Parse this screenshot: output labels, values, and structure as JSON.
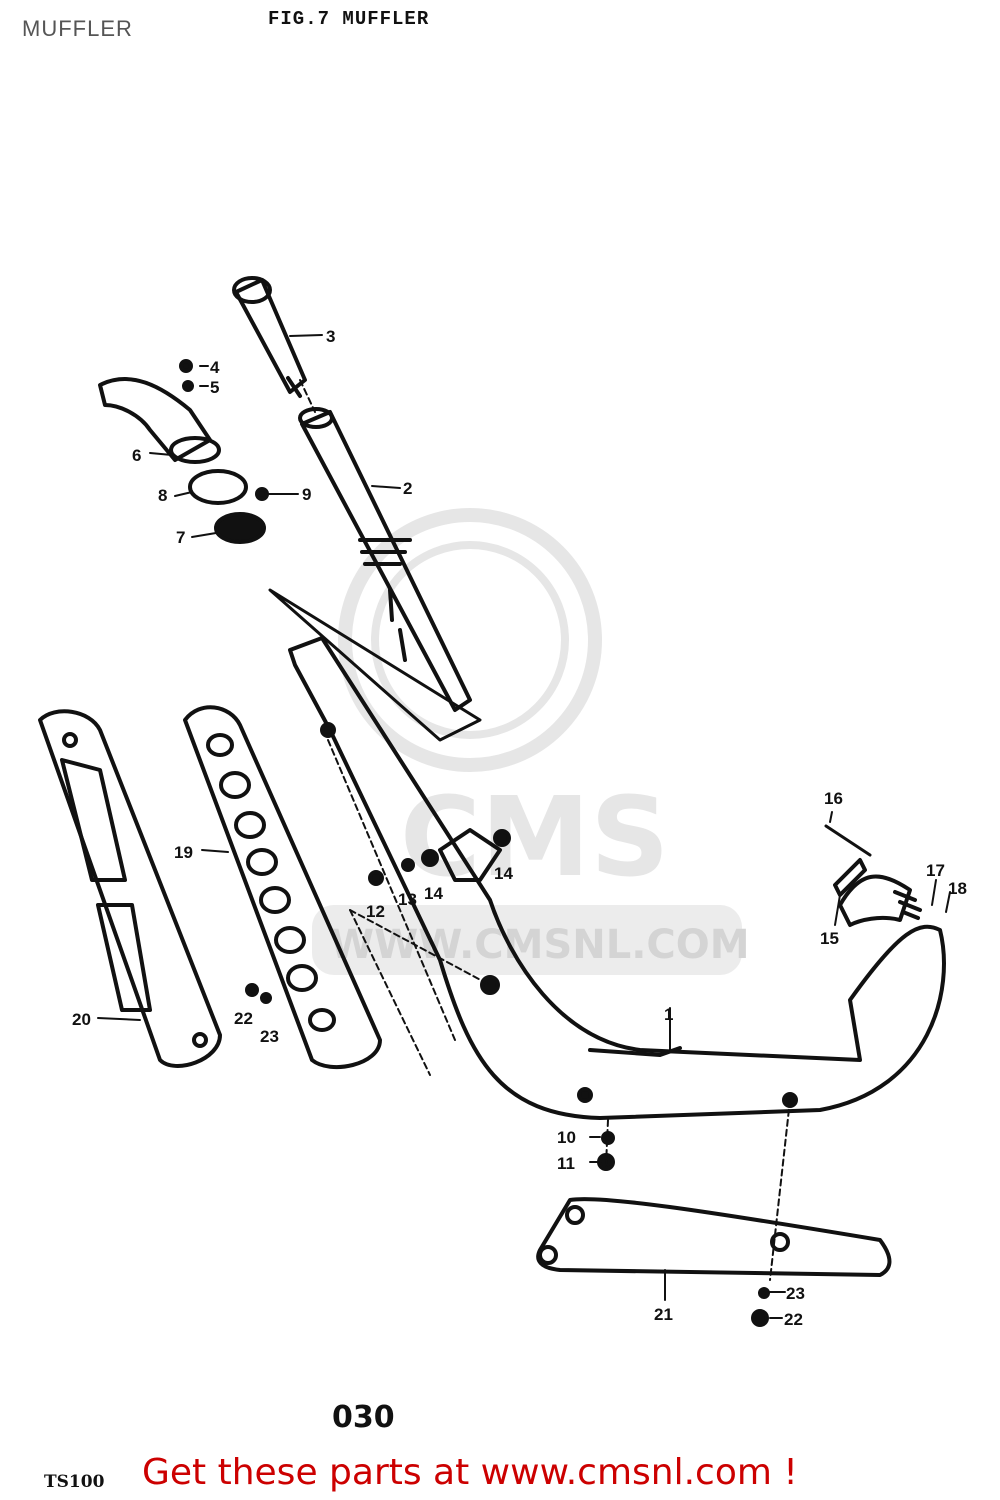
{
  "header": {
    "page_label": "MUFFLER",
    "figure_title": "FIG.7  MUFFLER"
  },
  "watermark": {
    "brand": "CMS",
    "url": "WWW.CMSNL.COM"
  },
  "parts": [
    {
      "id": "1",
      "label": "1"
    },
    {
      "id": "2",
      "label": "2"
    },
    {
      "id": "3",
      "label": "3"
    },
    {
      "id": "4",
      "label": "4"
    },
    {
      "id": "5",
      "label": "5"
    },
    {
      "id": "6",
      "label": "6"
    },
    {
      "id": "7",
      "label": "7"
    },
    {
      "id": "8",
      "label": "8"
    },
    {
      "id": "9",
      "label": "9"
    },
    {
      "id": "10",
      "label": "10"
    },
    {
      "id": "11",
      "label": "11"
    },
    {
      "id": "12",
      "label": "12"
    },
    {
      "id": "13",
      "label": "13"
    },
    {
      "id": "14a",
      "label": "14"
    },
    {
      "id": "14b",
      "label": "14"
    },
    {
      "id": "15",
      "label": "15"
    },
    {
      "id": "16",
      "label": "16"
    },
    {
      "id": "17",
      "label": "17"
    },
    {
      "id": "18",
      "label": "18"
    },
    {
      "id": "19",
      "label": "19"
    },
    {
      "id": "20",
      "label": "20"
    },
    {
      "id": "21",
      "label": "21"
    },
    {
      "id": "22a",
      "label": "22"
    },
    {
      "id": "22b",
      "label": "22"
    },
    {
      "id": "23a",
      "label": "23"
    },
    {
      "id": "23b",
      "label": "23"
    }
  ],
  "footer": {
    "page_number": "030",
    "model_code": "TS100",
    "cta": "Get these parts at www.cmsnl.com !"
  },
  "colors": {
    "cta": "#cc0000",
    "ink": "#111111",
    "watermark": "#e6e6e6"
  }
}
